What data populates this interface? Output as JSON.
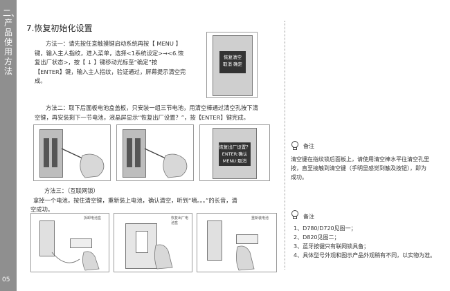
{
  "sidebar": {
    "chapter_title": "二、产品使用方法",
    "page_number": "05"
  },
  "section": {
    "title": "7.恢复初始化设置"
  },
  "method1": {
    "lines": [
      "方法一：请先按任意触摸键启动系统再按【 MENU 】",
      "键，输入主人指纹，进入菜单，选择<1系统设定>→<6.恢",
      "复出厂状态>，按【 ↓ 】键移动光标至“确定”按",
      "【ENTER】键，输入主人指纹，验证通过，屏幕提示清空完",
      "成。"
    ],
    "screen": {
      "line1": "恢复清空",
      "line2": "取消    确定"
    }
  },
  "method2": {
    "lines": [
      "方法二：取下后面板电池盒盖板，只安装一组三节电池，用清空棒通过清空孔按下清",
      "空键，再安装剩下一节电池，液晶屏显示“恢复出厂设置？”，按【ENTER】键完成。"
    ],
    "screen": {
      "line1": "恢复出厂设置？",
      "line2": "ENTER:确认",
      "line3": "MENU:取消"
    }
  },
  "method3": {
    "lines": [
      "方法三：（互联网锁）",
      "拿掉一个电池，按住清空键，重新装上电池，确认清空，听到“嘀。。。”的长音，清",
      "空成功。"
    ],
    "captions": [
      "拆卸电池盒",
      "恢复出厂电池盒",
      "重新装电池"
    ]
  },
  "note1": {
    "title": "备注",
    "lines": [
      "清空键在指纹锁后面板上，请使用清空棒水平往清空孔里",
      "按，直至接触到清空键（手明显感觉到触及按钮），即为",
      "成功。"
    ]
  },
  "note2": {
    "title": "备注",
    "items": [
      "1、D780/D720见图一；",
      "2、D820见图二；",
      "3、蓝牙按键只有联网锁具备；",
      "4、具体型号外观和图示产品外观稍有不同，以实物为准。"
    ]
  }
}
